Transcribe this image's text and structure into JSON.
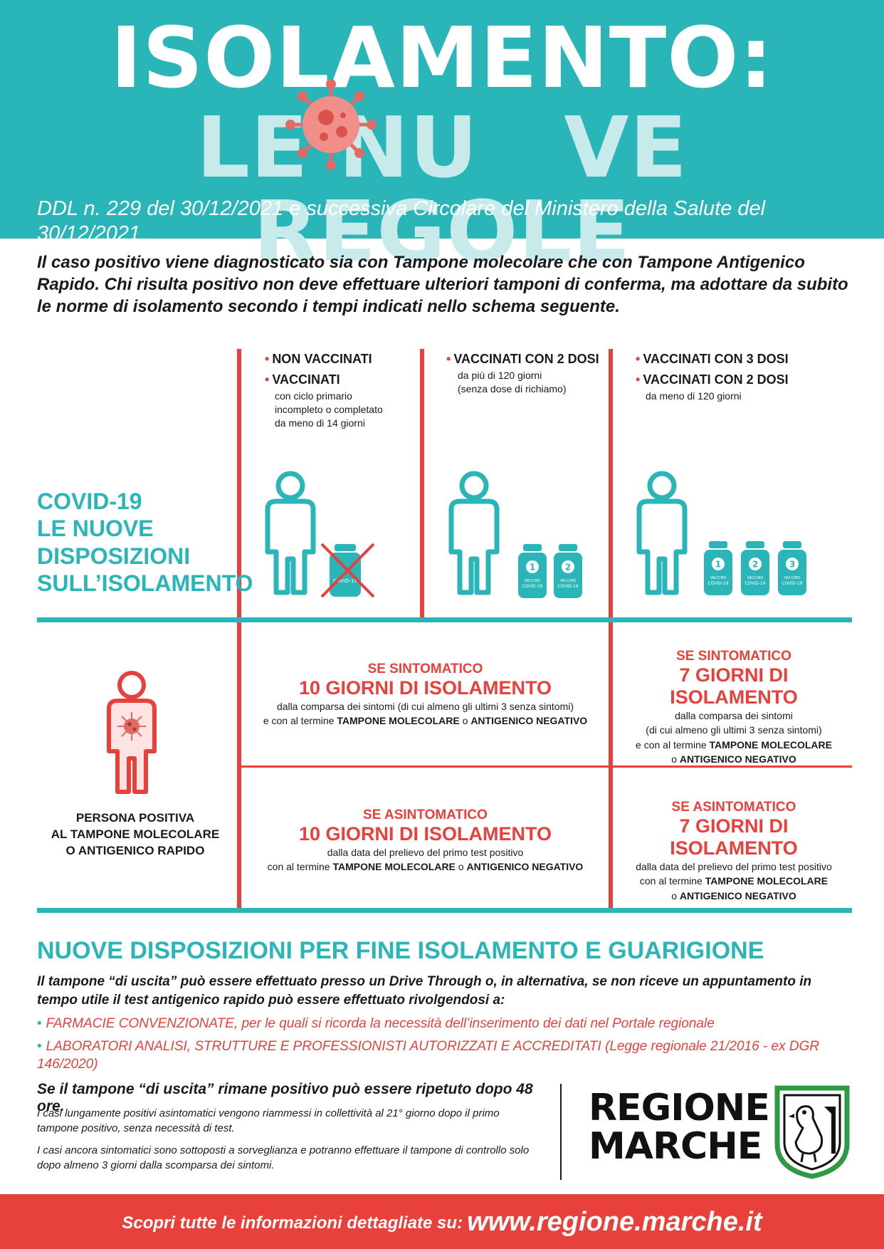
{
  "header": {
    "title_line1": "ISOLAMENTO:",
    "title_line2": "LE NU  VE REGOLE",
    "subtitle": "DDL n. 229 del 30/12/2021 e successiva Circolare del Ministero della Salute del 30/12/2021"
  },
  "intro": "Il caso positivo viene diagnosticato sia con Tampone molecolare che con Tampone Antigenico Rapido. Chi risulta positivo non deve effettuare ulteriori tamponi di conferma, ma adottare da subito le norme di isolamento secondo i tempi indicati nello schema seguente.",
  "covid_heading": {
    "line1": "COVID-19",
    "line2": "LE NUOVE",
    "line3": "DISPOSIZIONI",
    "line4": "SULL’ISOLAMENTO"
  },
  "categories": {
    "col1": {
      "item1": "NON VACCINATI",
      "item2": "VACCINATI",
      "item2_sub1": "con ciclo primario",
      "item2_sub2": "incompleto o completato",
      "item2_sub3": "da meno di 14 giorni"
    },
    "col2": {
      "item1": "VACCINATI CON 2 DOSI",
      "item1_sub1": "da più di 120 giorni",
      "item1_sub2": "(senza dose di richiamo)"
    },
    "col3": {
      "item1": "VACCINATI CON 3 DOSI",
      "item2": "VACCINATI CON 2 DOSI",
      "item2_sub1": "da meno di 120 giorni"
    }
  },
  "vial": {
    "label_line1": "VACCINO",
    "label_line2": "COVID-19",
    "num1": "1",
    "num2": "2",
    "num3": "3"
  },
  "person_label": {
    "line1": "PERSONA POSITIVA",
    "line2": "AL TAMPONE MOLECOLARE",
    "line3": "O ANTIGENICO RAPIDO"
  },
  "isolation": {
    "sint10": {
      "heading": "SE SINTOMATICO",
      "days": "10 GIORNI DI ISOLAMENTO",
      "desc1": "dalla comparsa dei sintomi (di cui almeno gli ultimi 3 senza sintomi)",
      "desc2a": "e con al termine ",
      "desc2b": "TAMPONE MOLECOLARE",
      "desc2c": " o ",
      "desc2d": "ANTIGENICO NEGATIVO"
    },
    "asint10": {
      "heading": "SE ASINTOMATICO",
      "days": "10 GIORNI DI ISOLAMENTO",
      "desc1": "dalla data del prelievo del primo test positivo",
      "desc2a": "con al termine ",
      "desc2b": "TAMPONE MOLECOLARE",
      "desc2c": " o ",
      "desc2d": "ANTIGENICO NEGATIVO"
    },
    "sint7": {
      "heading": "SE SINTOMATICO",
      "days": "7 GIORNI DI ISOLAMENTO",
      "desc1": "dalla comparsa dei sintomi",
      "desc2": "(di cui almeno gli ultimi 3 senza sintomi)",
      "desc3a": "e con al termine ",
      "desc3b": "TAMPONE MOLECOLARE",
      "desc4a": "o ",
      "desc4b": "ANTIGENICO NEGATIVO"
    },
    "asint7": {
      "heading": "SE ASINTOMATICO",
      "days": "7 GIORNI DI ISOLAMENTO",
      "desc1": "dalla data del prelievo del primo test positivo",
      "desc2a": "con al termine ",
      "desc2b": "TAMPONE MOLECOLARE",
      "desc3a": "o ",
      "desc3b": "ANTIGENICO NEGATIVO"
    }
  },
  "fine": {
    "heading": "NUOVE DISPOSIZIONI PER FINE ISOLAMENTO E GUARIGIONE",
    "text": "Il tampone “di uscita” può essere effettuato presso un Drive Through o, in alternativa, se non riceve un appuntamento in tempo utile il test antigenico rapido può essere effettuato rivolgendosi a:",
    "bullet1": "FARMACIE CONVENZIONATE, per le quali si ricorda la necessità dell’inserimento dei dati nel Portale regionale",
    "bullet2": "LABORATORI ANALISI, STRUTTURE E PROFESSIONISTI AUTORIZZATI E ACCREDITATI (Legge regionale 21/2016 - ex DGR 146/2020)"
  },
  "notes": {
    "main": "Se il tampone “di uscita” rimane positivo può essere ripetuto dopo 48 ore.",
    "note1": "I casi lungamente positivi asintomatici vengono riammessi in collettività al 21° giorno dopo il primo tampone positivo, senza necessità di test.",
    "note2": "I casi ancora sintomatici sono sottoposti a sorveglianza e potranno effettuare il tampone di controllo solo dopo almeno 3 giorni dalla scomparsa dei sintomi."
  },
  "logo": {
    "line1": "REGIONE",
    "line2": "MARCHE"
  },
  "footer": {
    "text": "Scopri tutte le informazioni dettagliate su:",
    "url": "www.regione.marche.it"
  },
  "colors": {
    "teal": "#2ab5b8",
    "light_teal": "#c8eaeb",
    "red": "#e8413c"
  }
}
